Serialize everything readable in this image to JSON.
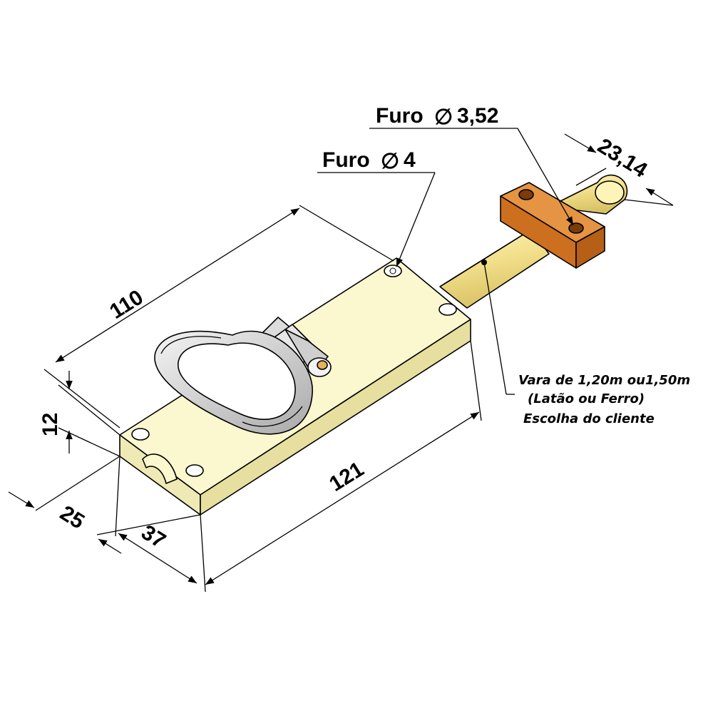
{
  "callouts": {
    "hole_large": {
      "label": "Furo",
      "diameter_symbol": "∅",
      "value": "4"
    },
    "hole_small": {
      "label": "Furo",
      "diameter_symbol": "∅",
      "value": "3,52"
    }
  },
  "dimensions": {
    "length_top": "110",
    "length_bottom": "121",
    "height": "12",
    "width": "25",
    "end_offset": "37",
    "rod_block": "23,14"
  },
  "note": {
    "line1": "Vara de  1,20m ou1,50m",
    "line2": "(Latão ou Ferro)",
    "line3": "Escolha do cliente"
  },
  "colors": {
    "plate_top": "#fbf7cf",
    "plate_side": "#ede6ad",
    "rod": "#f2df8a",
    "block": "#d9822a",
    "ring": "#d4d4d4"
  }
}
